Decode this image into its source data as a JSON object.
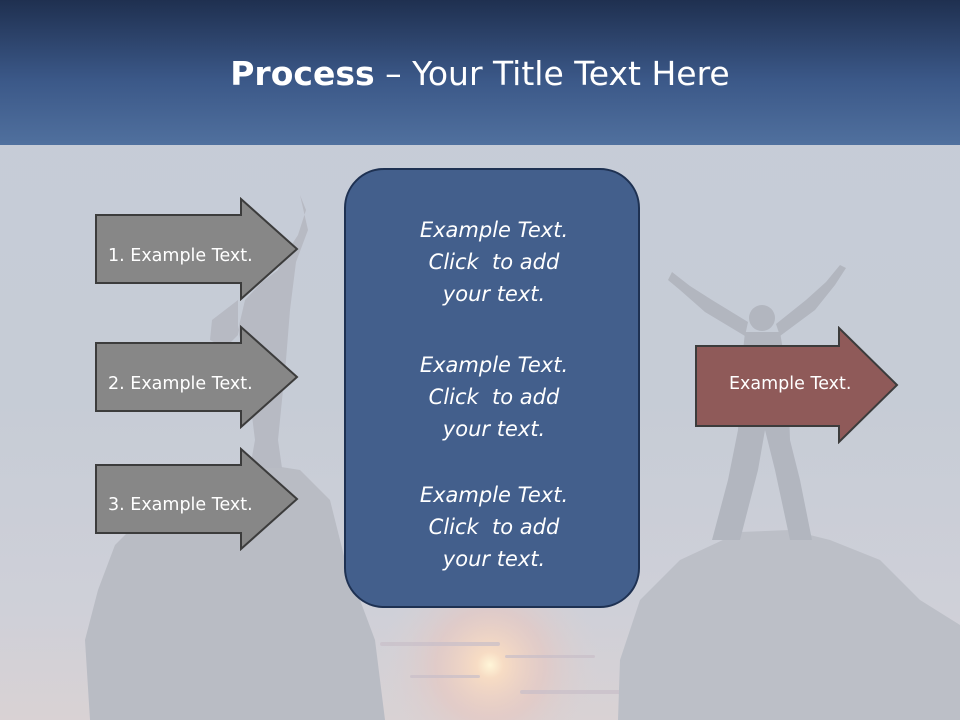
{
  "slide": {
    "title_bold": "Process",
    "title_rest": " – Your Title Text Here"
  },
  "left_arrows": [
    {
      "label": "1. Example Text."
    },
    {
      "label": "2. Example Text."
    },
    {
      "label": "3. Example Text."
    }
  ],
  "center_box": {
    "blocks": [
      {
        "lines": [
          "Example Text.",
          "Click  to add",
          "your text."
        ]
      },
      {
        "lines": [
          "Example Text.",
          "Click  to add",
          "your text."
        ]
      },
      {
        "lines": [
          "Example Text.",
          "Click  to add",
          "your text."
        ]
      }
    ]
  },
  "right_arrow": {
    "label": "Example Text."
  },
  "colors": {
    "title_bar": "#3b5888",
    "center_box_fill": "#435f8c",
    "left_arrow_fill": "#878787",
    "right_arrow_fill": "#8f5a59"
  }
}
